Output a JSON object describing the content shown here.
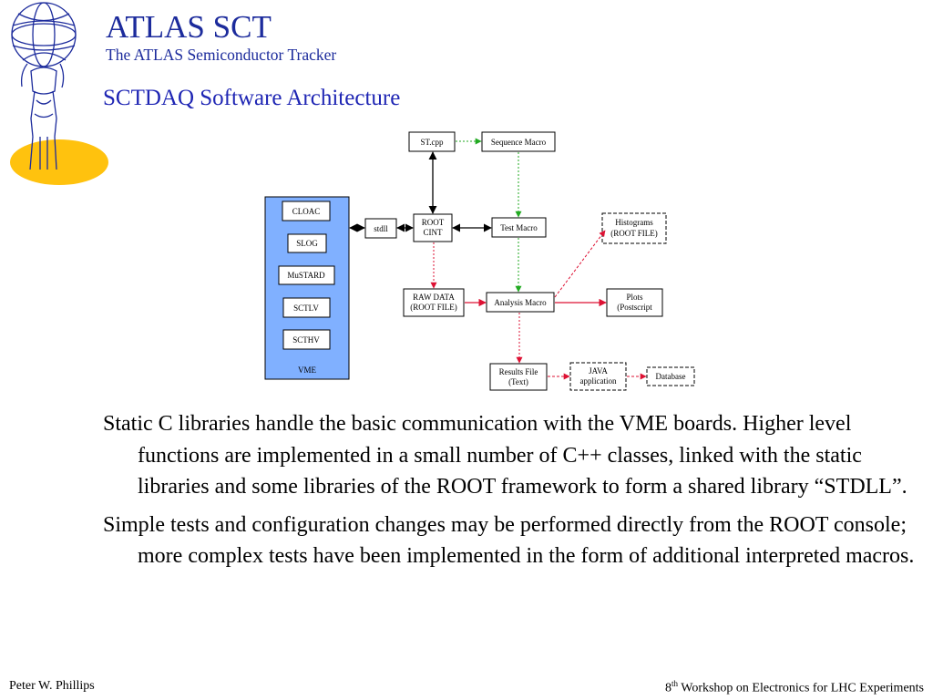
{
  "header": {
    "title": "ATLAS SCT",
    "subtitle": "The ATLAS Semiconductor Tracker",
    "slide_heading": "SCTDAQ Software Architecture"
  },
  "diagram": {
    "vme": {
      "label": "VME",
      "libraries": [
        "CLOAC",
        "SLOG",
        "MuSTARD",
        "SCTLV",
        "SCTHV"
      ]
    },
    "nodes": {
      "stdll": "stdll",
      "root_cint": [
        "ROOT",
        "CINT"
      ],
      "st_cpp": "ST.cpp",
      "sequence_macro": "Sequence Macro",
      "test_macro": "Test Macro",
      "histograms": [
        "Histograms",
        "(ROOT FILE)"
      ],
      "raw_data": [
        "RAW DATA",
        "(ROOT FILE)"
      ],
      "analysis_macro": "Analysis Macro",
      "plots": [
        "Plots",
        "(Postscript"
      ],
      "results_file": [
        "Results File",
        "(Text)"
      ],
      "java_application": [
        "JAVA",
        "application"
      ],
      "database": "Database"
    },
    "colors": {
      "vme_fill": "#80b0ff",
      "green_arrow": "#22aa22",
      "red_arrow": "#dd1133"
    }
  },
  "body": {
    "paragraphs": [
      "Static C libraries handle the basic communication with the VME boards. Higher level functions are implemented in a small number of C++ classes, linked with the static libraries and some libraries of the ROOT framework to form a shared library “STDLL”.",
      "Simple tests and configuration changes may be performed directly from the ROOT console; more complex tests have been implemented in the form of additional interpreted macros."
    ]
  },
  "footer": {
    "author": "Peter W. Phillips",
    "event_ordinal": "8",
    "event_ordinal_suffix": "th",
    "event_name": " Workshop on Electronics for LHC Experiments"
  }
}
